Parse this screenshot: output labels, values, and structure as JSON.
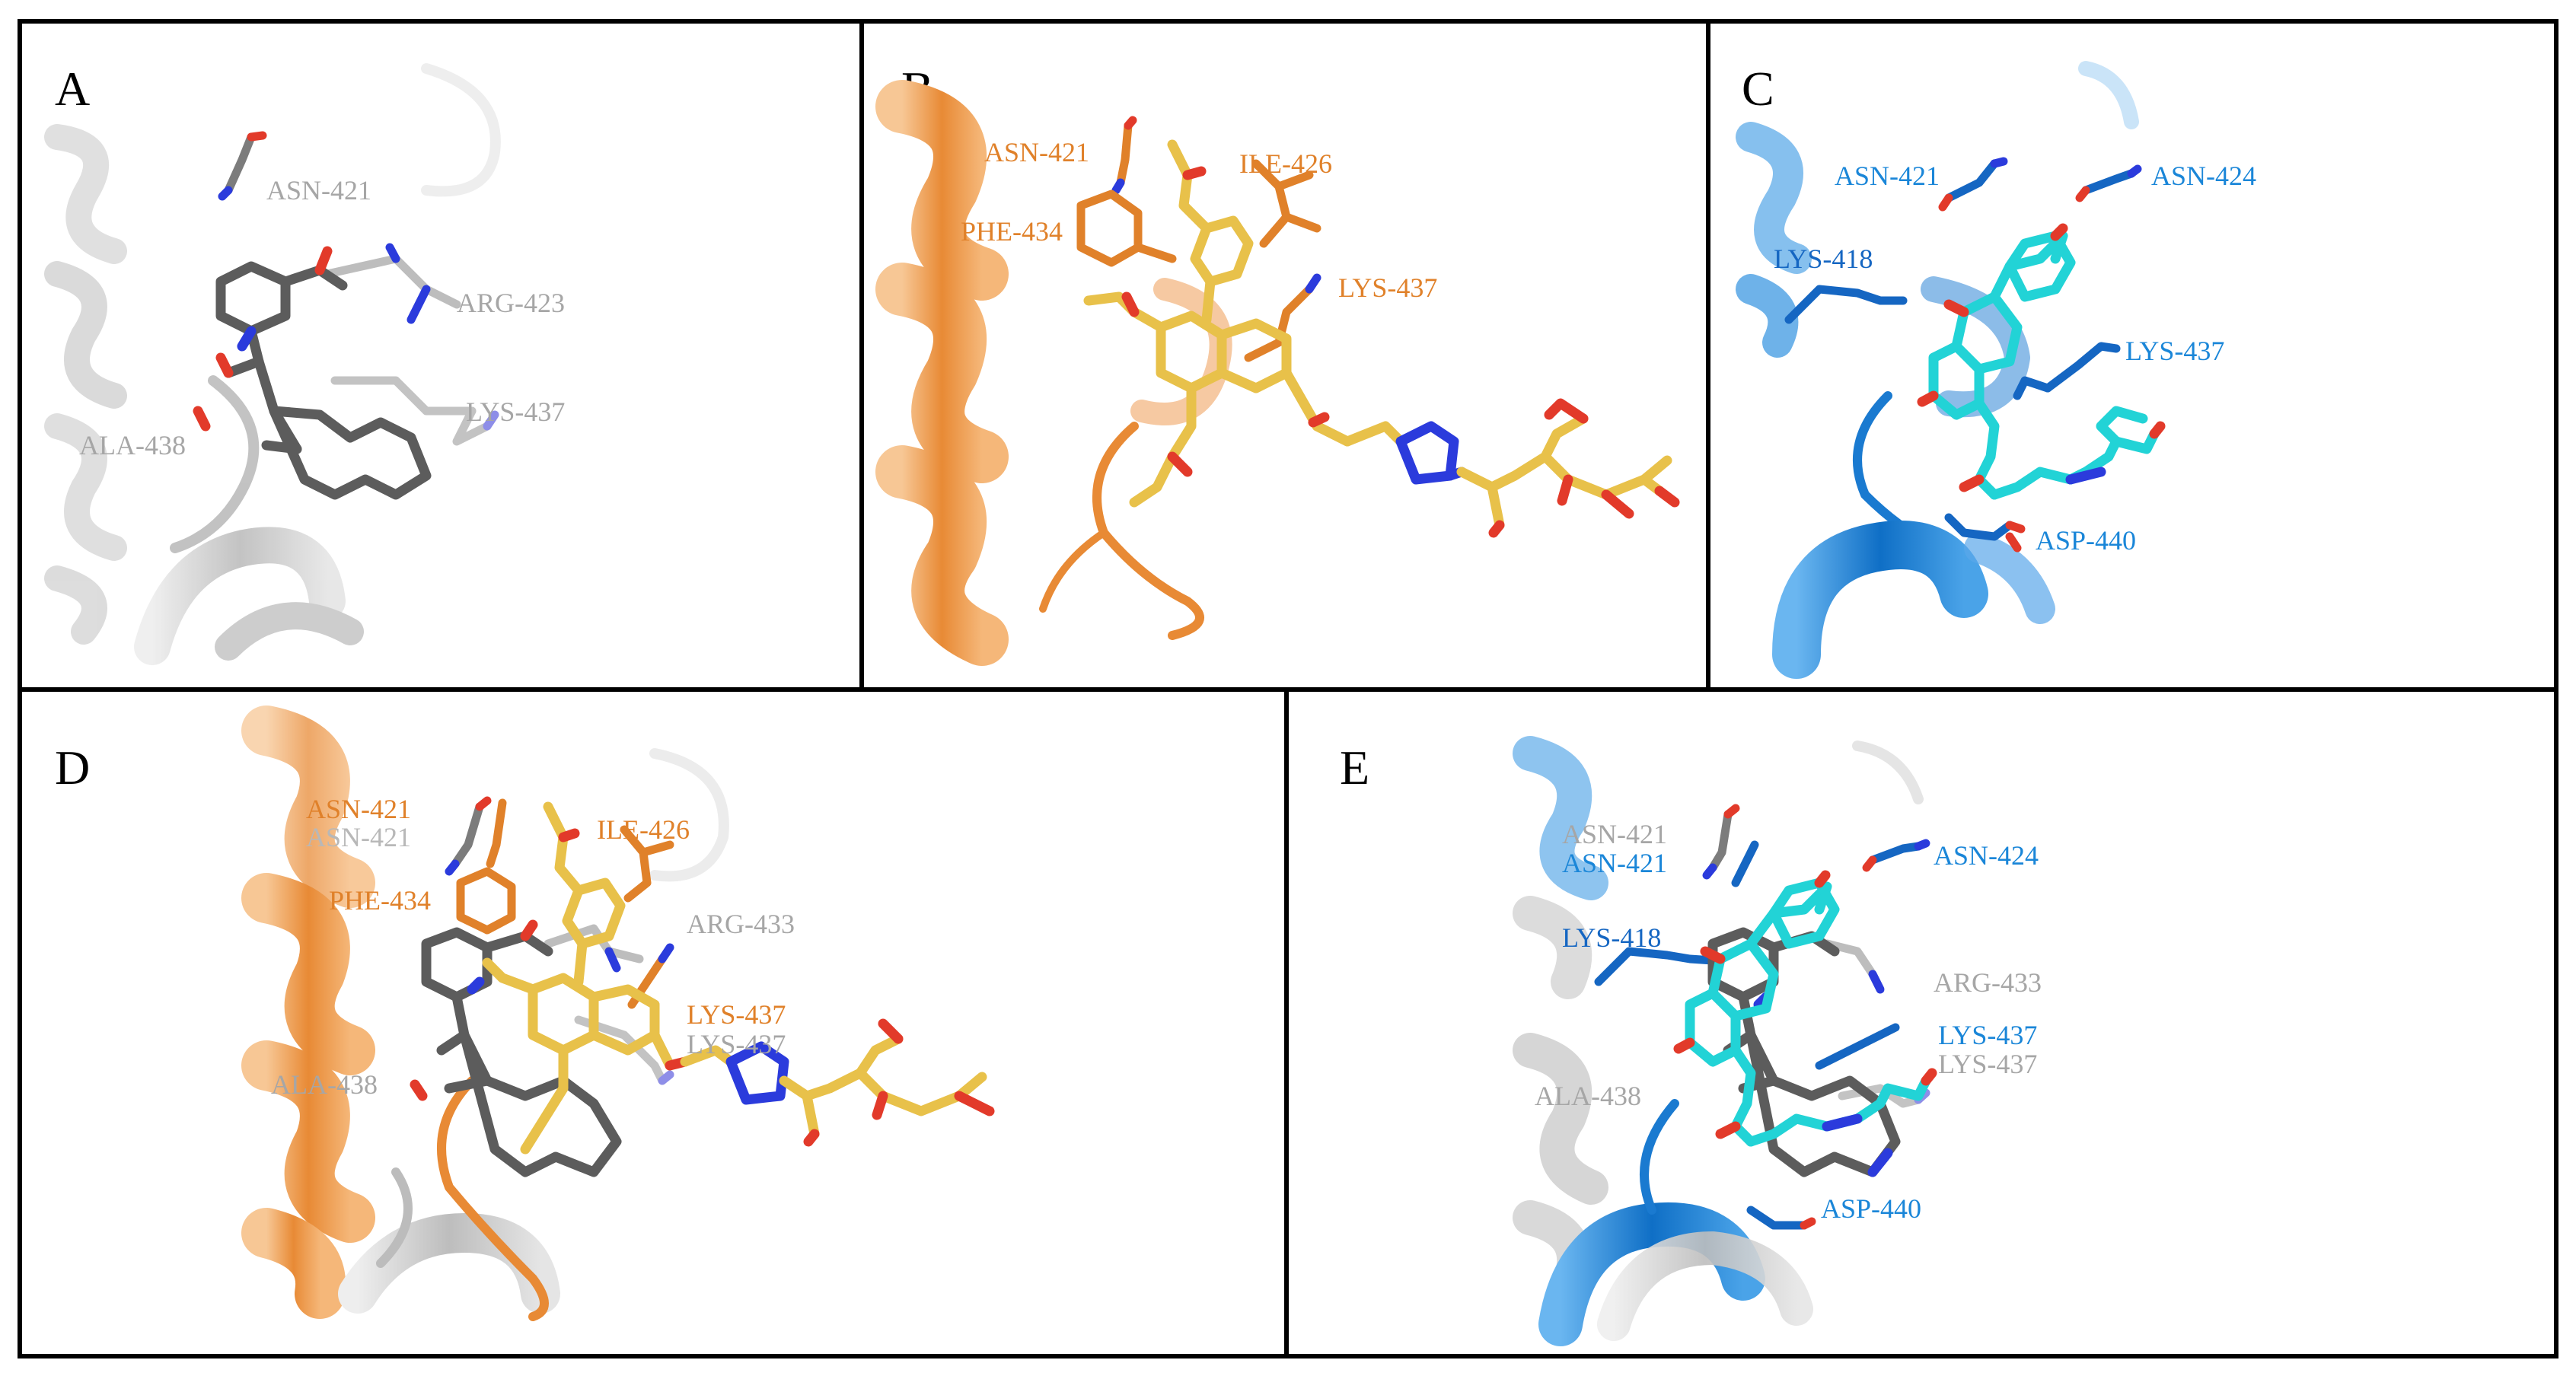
{
  "colors": {
    "gray_label": "#a6a6a6",
    "orange_label": "#e0812a",
    "blue_label": "#1a86d8",
    "ligand_gray": "#5c5c5c",
    "ligand_yellow": "#e8c14a",
    "ligand_cyan": "#22d3d6",
    "oxygen": "#e23a2a",
    "nitrogen": "#2b3bdc",
    "border": "#000000"
  },
  "panels": {
    "A": {
      "letter": "A",
      "labels": [
        "ASN-421",
        "ARG-423",
        "LYS-437",
        "ALA-438"
      ]
    },
    "B": {
      "letter": "B",
      "labels": [
        "ASN-421",
        "ILE-426",
        "PHE-434",
        "LYS-437"
      ]
    },
    "C": {
      "letter": "C",
      "labels": [
        "ASN-421",
        "ASN-424",
        "LYS-418",
        "LYS-437",
        "ASP-440"
      ]
    },
    "D": {
      "letter": "D",
      "labels_orange": [
        "ASN-421",
        "ILE-426",
        "PHE-434",
        "LYS-437"
      ],
      "labels_gray": [
        "ASN-421",
        "ARG-433",
        "LYS-437",
        "ALA-438"
      ]
    },
    "E": {
      "letter": "E",
      "labels_gray": [
        "ASN-421",
        "ARG-433",
        "LYS-437",
        "ALA-438"
      ],
      "labels_blue": [
        "ASN-421",
        "ASN-424",
        "LYS-418",
        "LYS-437",
        "ASP-440"
      ]
    }
  }
}
